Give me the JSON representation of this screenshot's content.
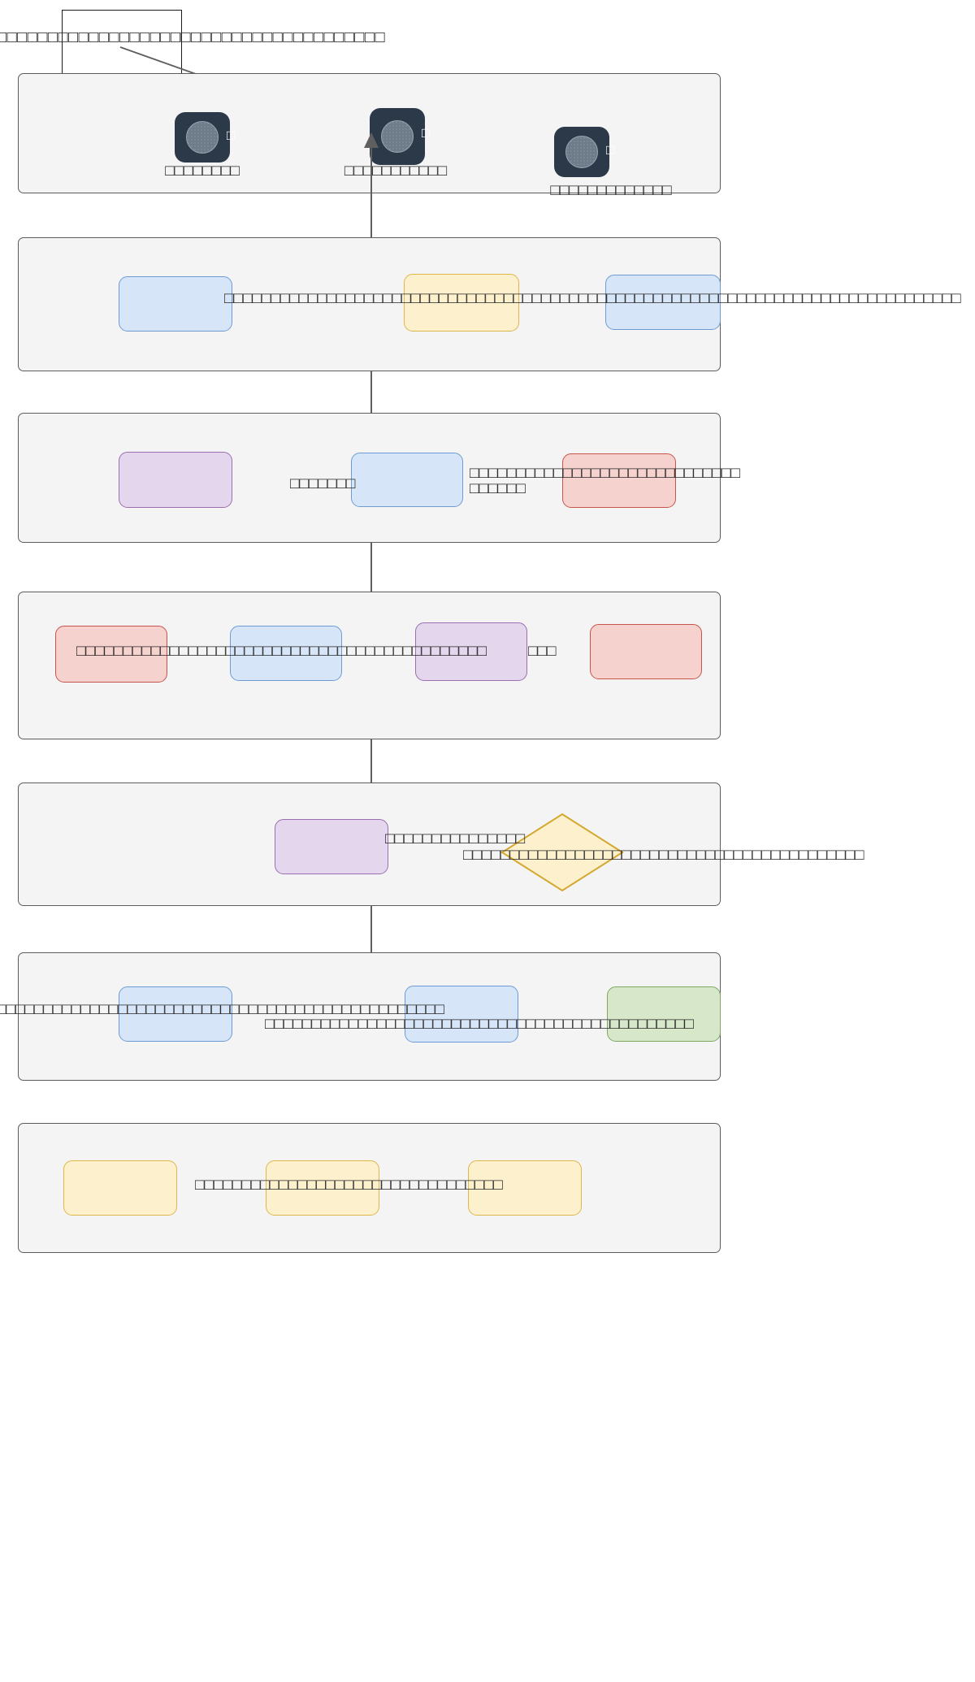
{
  "diagram": {
    "type": "swimlane-flowchart",
    "title_annotation": "□□□□□□□□□□□□□□□□□□□□□□□□□□□□□□□□□□□□□□",
    "background": "#ffffff",
    "lane_fill": "#f4f4f4",
    "lane_stroke": "#5c5c5c",
    "connector_color": "#5f5f5f",
    "callout_border": "#1b1b1b"
  },
  "palette": {
    "blue_fill": "#d7e5f8",
    "blue_stroke": "#6d9cd4",
    "yellow_fill": "#fdf0cd",
    "yellow_stroke": "#dfb64a",
    "purple_fill": "#e4d6ed",
    "purple_stroke": "#9a6eb0",
    "red_fill": "#f6d2ce",
    "red_stroke": "#c8534b",
    "green_fill": "#d6e8c9",
    "green_stroke": "#7ea861",
    "tile_fill": "#2b3949",
    "tile_disc": "#6e7c8a"
  },
  "callout": {
    "annotation_text": "□□□□□□□□□□□□□□□□□□□□□□□□□□□□□□□□□□□□□□"
  },
  "lanes": [
    {
      "id": "lane-apps",
      "label": "",
      "tiles": [
        {
          "badge": "□",
          "caption": "□□□□□□□□"
        },
        {
          "badge": "□",
          "caption": "□□□□□□□□□□□"
        },
        {
          "badge": "□",
          "caption": "□□□□□□□□□□□□□"
        }
      ]
    },
    {
      "id": "lane-2",
      "label": "",
      "nodes": [
        {
          "color": "blue",
          "label": ""
        },
        {
          "color": "yellow",
          "label": ""
        },
        {
          "color": "blue",
          "label": ""
        }
      ],
      "inline_labels": [
        "□□□□□□□□□□□□□□□□□□□□□□□□□□□□□□□□□□□□□□□□□□□□□□□□□□□□□□□□□□□□□□□□□□□□□□□□□□□□□□□"
      ]
    },
    {
      "id": "lane-3",
      "label": "",
      "nodes": [
        {
          "color": "purple",
          "label": ""
        },
        {
          "color": "blue",
          "label": ""
        },
        {
          "color": "red",
          "label": ""
        }
      ],
      "inline_labels": [
        "□□□□□□□",
        "□□□□□□□□□□□□□□□□□□□□□□□□□□□□□",
        "□□□□□□"
      ]
    },
    {
      "id": "lane-4",
      "label": "",
      "nodes": [
        {
          "color": "red",
          "label": ""
        },
        {
          "color": "blue",
          "label": ""
        },
        {
          "color": "purple",
          "label": ""
        },
        {
          "color": "red",
          "label": ""
        }
      ],
      "inline_labels": [
        "□□□□□□□□□□□□□□□□□□□□□□□□□□□□□□□□□□□□□□□□□□□□",
        "□□□"
      ]
    },
    {
      "id": "lane-5",
      "label": "",
      "nodes": [
        {
          "color": "purple",
          "label": ""
        }
      ],
      "gateway": {
        "color": "yellow",
        "label": ""
      },
      "inline_labels": [
        "□□□□□□□□□□□□□□□",
        "□□□□□□□□□□□□□□□□□□□□□□□□□□□□□□□□□□□□□□□□□□□"
      ]
    },
    {
      "id": "lane-6",
      "label": "",
      "nodes": [
        {
          "color": "blue",
          "label": ""
        },
        {
          "color": "blue",
          "label": ""
        },
        {
          "color": "green",
          "label": ""
        }
      ],
      "inline_labels": [
        "□□□□□□□□□□□□□□□□□□□□□□□□□□□□□□□□□□□□□□□□□□□□□□□□",
        "□□□□□□□□□□□□□□□□□□□□□□□□□□□□□□□□□□□□□□□□□□□□□□"
      ]
    },
    {
      "id": "lane-7",
      "label": "",
      "nodes": [
        {
          "color": "yellow",
          "label": ""
        },
        {
          "color": "yellow",
          "label": ""
        },
        {
          "color": "yellow",
          "label": ""
        }
      ],
      "inline_labels": [
        "□□□□□□□□□□□□□□□□□□□□□□□□□□□□□□□□□"
      ]
    }
  ]
}
